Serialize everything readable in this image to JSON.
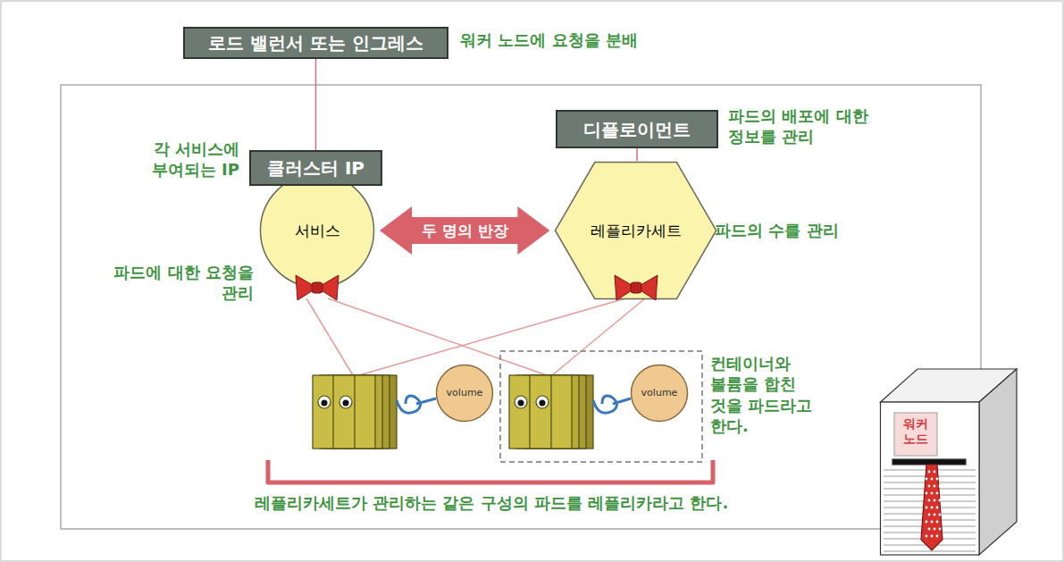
{
  "diagram": {
    "nodes": [
      {
        "text": [
          "로드 밸런서 또는 인그레스"
        ]
      },
      {
        "text": [
          "디플로이먼트"
        ]
      },
      {
        "text": [
          "클러스터 IP"
        ]
      },
      {
        "text": [
          "서비스"
        ]
      },
      {
        "text": [
          "레플리카세트"
        ]
      },
      {
        "text": [
          "volume"
        ]
      },
      {
        "text": [
          "volume"
        ]
      },
      {
        "text": [
          "워커 노드"
        ]
      }
    ],
    "edges": [
      {
        "from": 0,
        "to": 2,
        "arrow": "none"
      },
      {
        "from": 1,
        "to": 4,
        "arrow": "none"
      },
      {
        "from": 3,
        "to": 4,
        "arrow": "both",
        "label": "두 명의 반장"
      }
    ],
    "labels": [
      "워커 노드에 요청을 분배",
      "파드의 배포에 대한 정보를 관리",
      "각 서비스에 부여되는 IP",
      "파드의 수를 관리",
      "파드에 대한 요청을 관리",
      "컨테이너와 볼륨을 합친 것을 파드라고 한다.",
      "레플리카세트가 관리하는 같은 구성의 파드를 레플리카라고 한다."
    ]
  }
}
